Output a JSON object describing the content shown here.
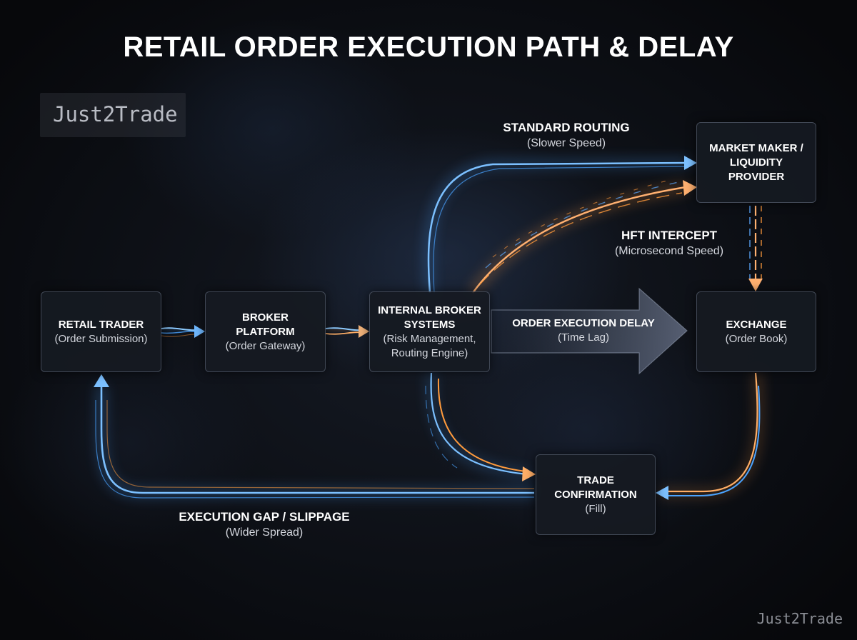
{
  "title": "RETAIL ORDER EXECUTION PATH & DELAY",
  "brand": {
    "logo": "Just2Trade",
    "watermark": "Just2Trade"
  },
  "colors": {
    "blue_flow": "#4aa3ff",
    "orange_flow": "#ff9a3c",
    "node_fill": "#161a22"
  },
  "nodes": {
    "retail_trader": {
      "title": "RETAIL TRADER",
      "subtitle": "(Order Submission)"
    },
    "broker_platform": {
      "title_line1": "BROKER",
      "title_line2": "PLATFORM",
      "subtitle": "(Order Gateway)"
    },
    "internal_systems": {
      "title_line1": "INTERNAL BROKER",
      "title_line2": "SYSTEMS",
      "subtitle_line1": "(Risk Management,",
      "subtitle_line2": "Routing Engine)"
    },
    "market_maker": {
      "title_line1": "MARKET MAKER /",
      "title_line2": "LIQUIDITY",
      "title_line3": "PROVIDER"
    },
    "exchange": {
      "title": "EXCHANGE",
      "subtitle": "(Order Book)"
    },
    "trade_confirmation": {
      "title_line1": "TRADE",
      "title_line2": "CONFIRMATION",
      "subtitle": "(Fill)"
    }
  },
  "labels": {
    "standard_routing": {
      "title": "STANDARD ROUTING",
      "subtitle": "(Slower Speed)"
    },
    "hft_intercept": {
      "title": "HFT INTERCEPT",
      "subtitle": "(Microsecond Speed)"
    },
    "execution_delay": {
      "title": "ORDER EXECUTION DELAY",
      "subtitle": "(Time Lag)"
    },
    "execution_gap": {
      "title": "EXECUTION GAP / SLIPPAGE",
      "subtitle": "(Wider Spread)"
    }
  }
}
